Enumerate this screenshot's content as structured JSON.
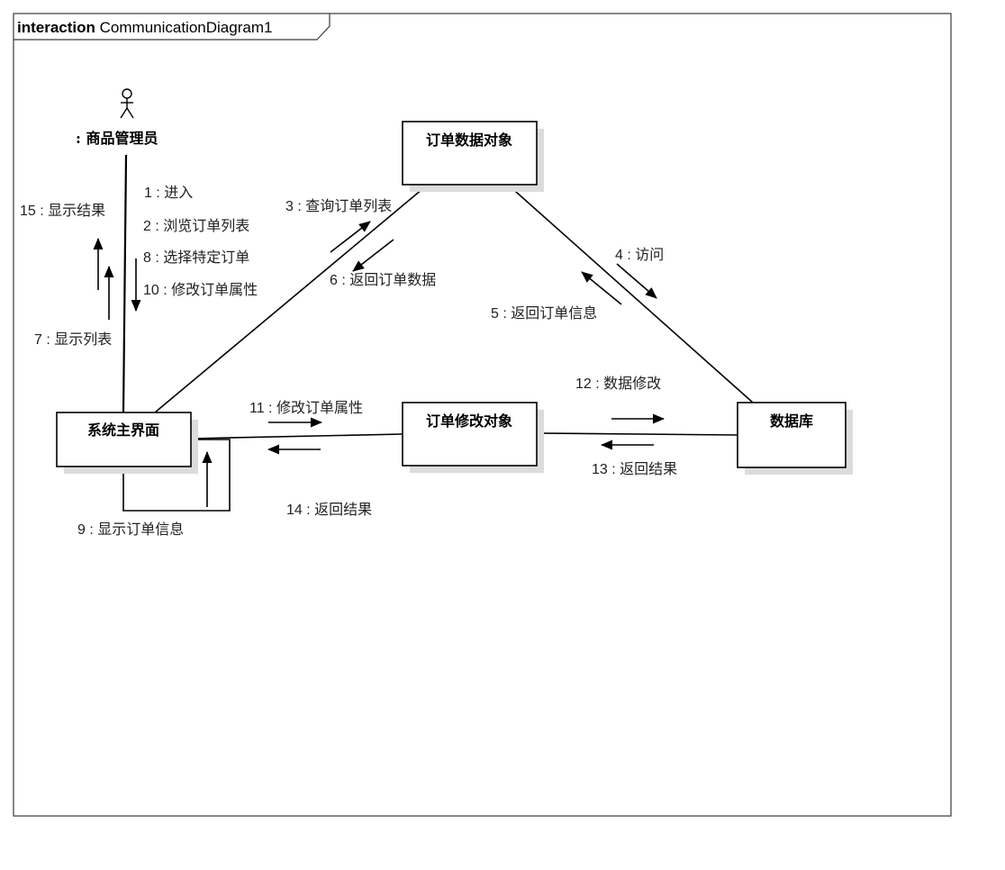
{
  "frame": {
    "keyword": "interaction",
    "name": "CommunicationDiagram1"
  },
  "actor": {
    "label": ": 商品管理员"
  },
  "objects": {
    "order_data": "订单数据对象",
    "main_ui": "系统主界面",
    "order_modify": "订单修改对象",
    "database": "数据库"
  },
  "messages": {
    "m1": "1 : 进入",
    "m2": "2 : 浏览订单列表",
    "m3": "3 : 查询订单列表",
    "m4": "4 : 访问",
    "m5": "5 : 返回订单信息",
    "m6": "6 : 返回订单数据",
    "m7": "7 : 显示列表",
    "m8": "8 : 选择特定订单",
    "m9": "9 : 显示订单信息",
    "m10": "10 : 修改订单属性",
    "m11": "11 : 修改订单属性",
    "m12": "12 : 数据修改",
    "m13": "13 : 返回结果",
    "m14": "14 : 返回结果",
    "m15": "15 : 显示结果"
  }
}
